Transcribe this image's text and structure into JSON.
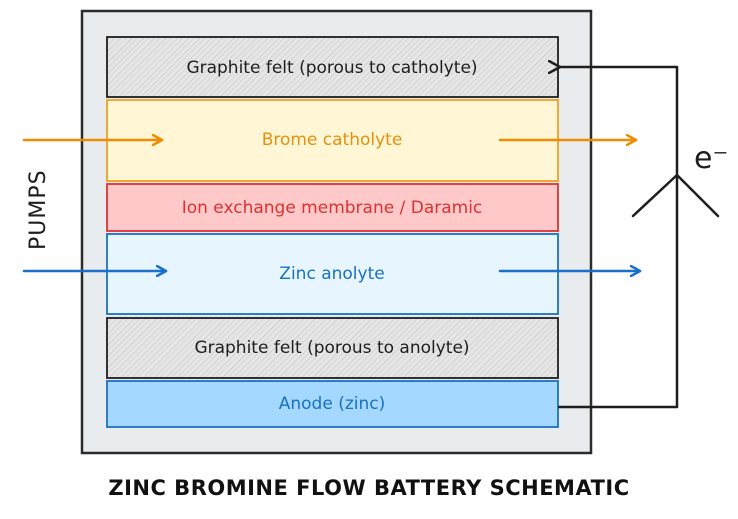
{
  "layers": {
    "felt_top": "Graphite felt (porous to catholyte)",
    "catholyte": "Brome catholyte",
    "membrane": "Ion exchange membrane / Daramic",
    "anolyte": "Zinc anolyte",
    "felt_bottom": "Graphite felt (porous to anolyte)",
    "anode": "Anode (zinc)"
  },
  "side_label": "PUMPS",
  "circuit_label": "e⁻",
  "title": "ZINC BROMINE FLOW BATTERY SCHEMATIC",
  "colors": {
    "catholyte_fill": "#fff6d5",
    "catholyte_stroke": "#f0a020",
    "catholyte_text": "#e8900c",
    "membrane_fill": "#ffc9c9",
    "membrane_stroke": "#e03131",
    "membrane_text": "#e03131",
    "anolyte_fill": "#e7f5ff",
    "anolyte_stroke": "#1971c2",
    "anolyte_text": "#1971c2",
    "anode_fill": "#a5d8ff",
    "felt_fill": "#e3e3e3",
    "frame_fill": "#e9ecef"
  }
}
